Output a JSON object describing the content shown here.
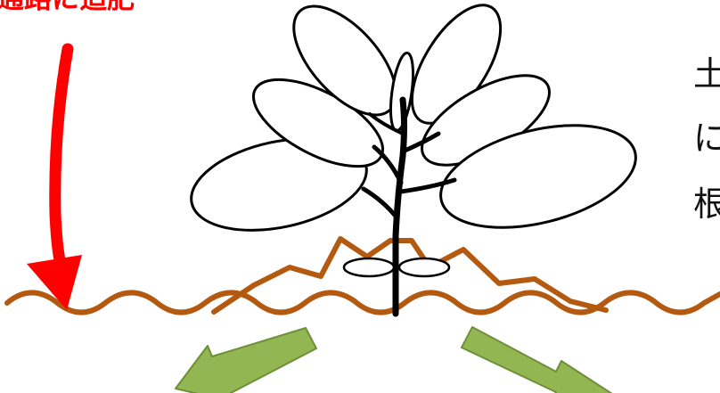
{
  "caption": {
    "text": "通路に追肥",
    "color": "#ff0000"
  },
  "side_text": [
    "土",
    "に",
    "根"
  ],
  "colors": {
    "soil": "#b45a10",
    "arrow_red": "#ff0000",
    "arrow_green": "#92b651",
    "arrow_green_border": "#6e8f38",
    "plant_stroke": "#000000",
    "side_text": "#111111"
  },
  "icons": {
    "fertilize_arrow": "arrow-down-curved-red",
    "root_spread_arrows": "arrow-diagonal-green"
  }
}
